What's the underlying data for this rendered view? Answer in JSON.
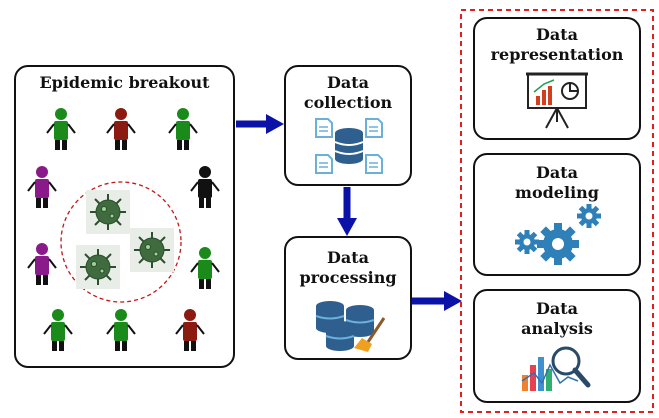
{
  "epidemic": {
    "title": "Epidemic breakout"
  },
  "pipeline": {
    "collection": {
      "line1": "Data",
      "line2": "collection"
    },
    "processing": {
      "line1": "Data",
      "line2": "processing"
    }
  },
  "analysis_group": {
    "representation": {
      "line1": "Data",
      "line2": "representation"
    },
    "modeling": {
      "line1": "Data",
      "line2": "modeling"
    },
    "analysis": {
      "line1": "Data",
      "line2": "analysis"
    }
  },
  "colors": {
    "arrow": "#0a12a8",
    "dashed_border": "#e02020",
    "person_green": "#1a8a1a",
    "person_red": "#8b1a10",
    "person_purple": "#8a1a8a",
    "person_black": "#111111",
    "icon_blue": "#2f5f8f",
    "icon_light": "#6ab0d8",
    "virus": "#3f6b3f"
  }
}
